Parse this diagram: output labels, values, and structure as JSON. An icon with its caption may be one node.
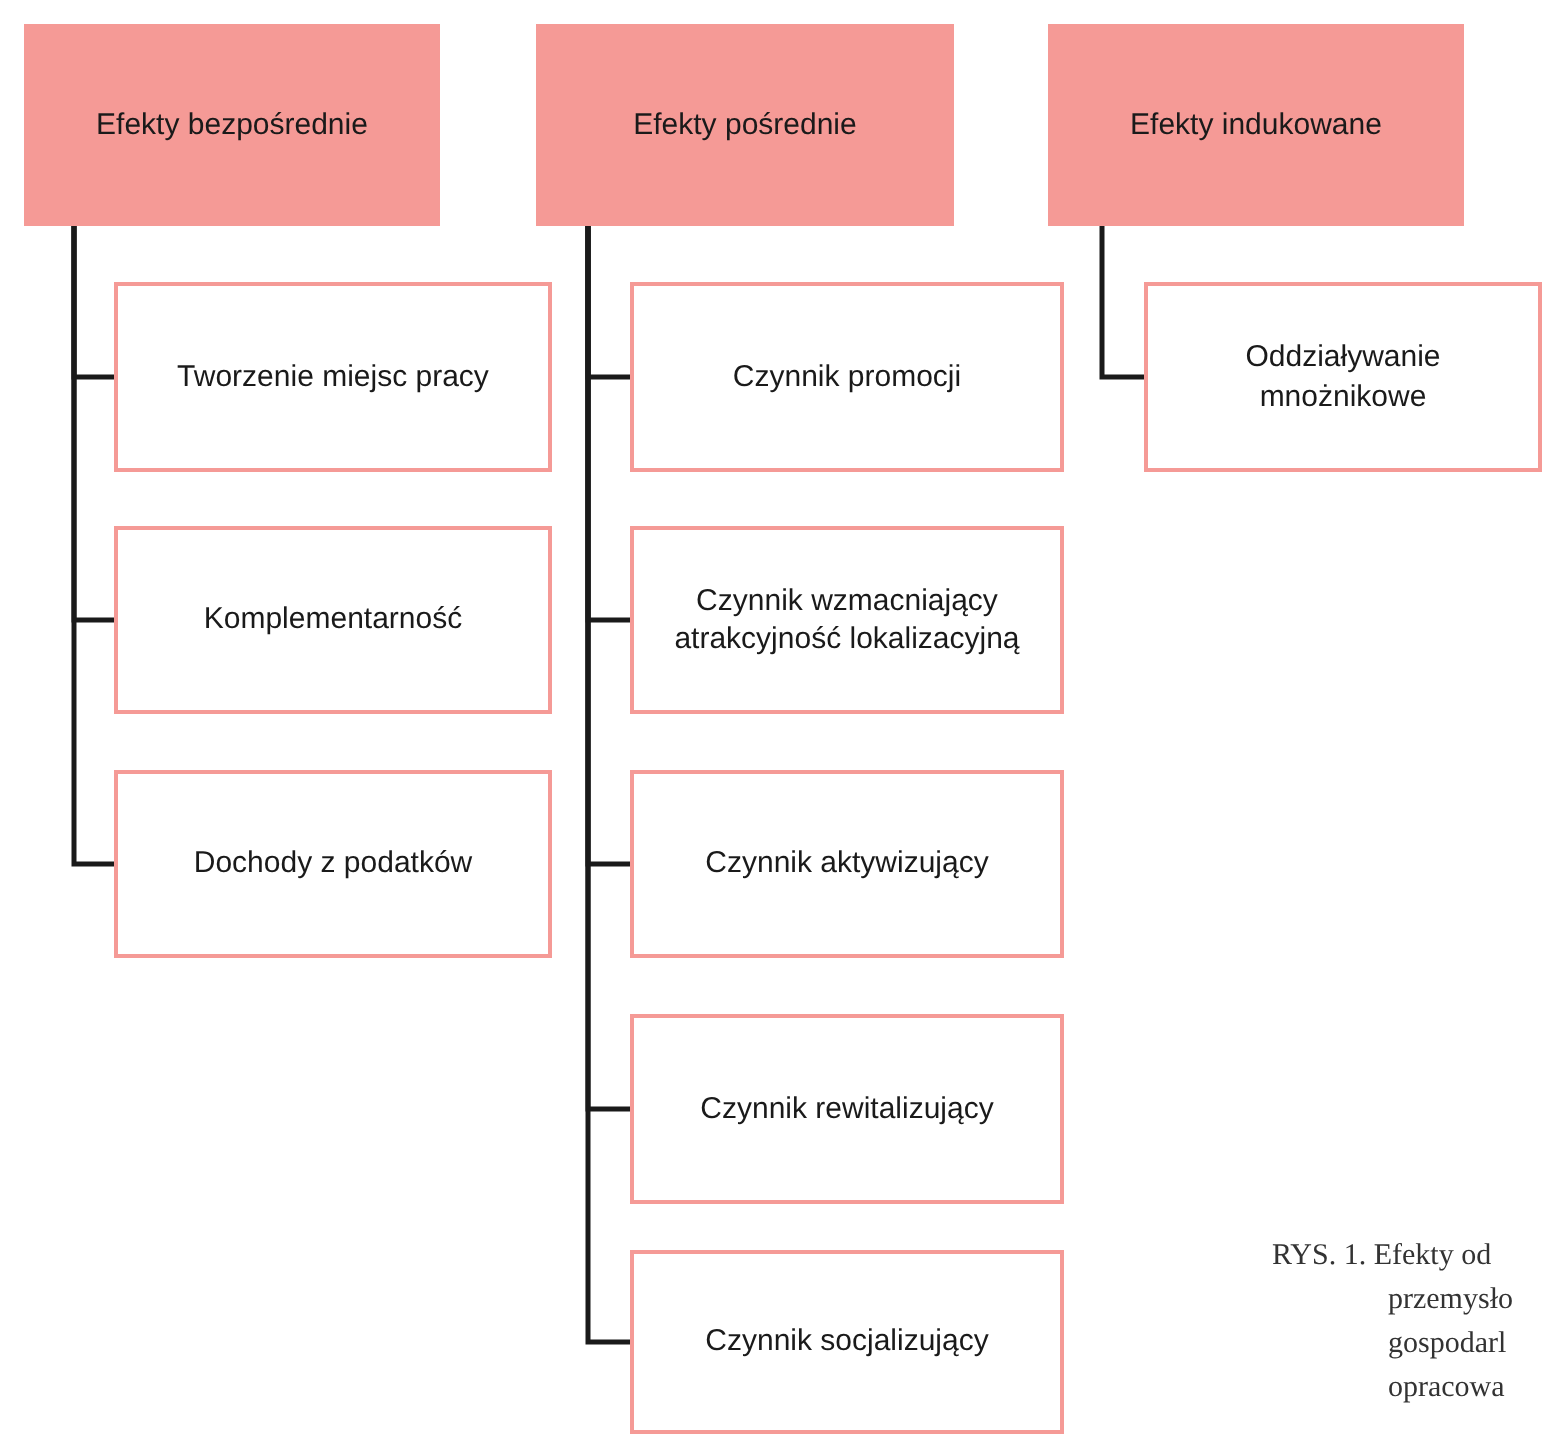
{
  "diagram": {
    "caption": "RYS. 1. Efekty od przemysło gospodarl opracowa",
    "nodes": [
      {
        "text": [
          "Efekty bezpośrednie"
        ]
      },
      {
        "text": [
          "Tworzenie miejsc pracy"
        ]
      },
      {
        "text": [
          "Komplementarność"
        ]
      },
      {
        "text": [
          "Dochody z podatków"
        ]
      },
      {
        "text": [
          "Efekty pośrednie"
        ]
      },
      {
        "text": [
          "Czynnik promocji"
        ]
      },
      {
        "text": [
          "Czynnik wzmacniający atrakcyjność lokalizacyjną"
        ]
      },
      {
        "text": [
          "Czynnik aktywizujący"
        ]
      },
      {
        "text": [
          "Czynnik rewitalizujący"
        ]
      },
      {
        "text": [
          "Czynnik socjalizujący"
        ]
      },
      {
        "text": [
          "Efekty indukowane"
        ]
      },
      {
        "text": [
          "Oddziaływanie mnożnikowe"
        ]
      }
    ],
    "edges": [
      {
        "from": 0,
        "to": 1,
        "arrow": "none"
      },
      {
        "from": 0,
        "to": 2,
        "arrow": "none"
      },
      {
        "from": 0,
        "to": 3,
        "arrow": "none"
      },
      {
        "from": 4,
        "to": 5,
        "arrow": "none"
      },
      {
        "from": 4,
        "to": 6,
        "arrow": "none"
      },
      {
        "from": 4,
        "to": 7,
        "arrow": "none"
      },
      {
        "from": 4,
        "to": 8,
        "arrow": "none"
      },
      {
        "from": 4,
        "to": 9,
        "arrow": "none"
      },
      {
        "from": 10,
        "to": 11,
        "arrow": "none"
      }
    ]
  }
}
